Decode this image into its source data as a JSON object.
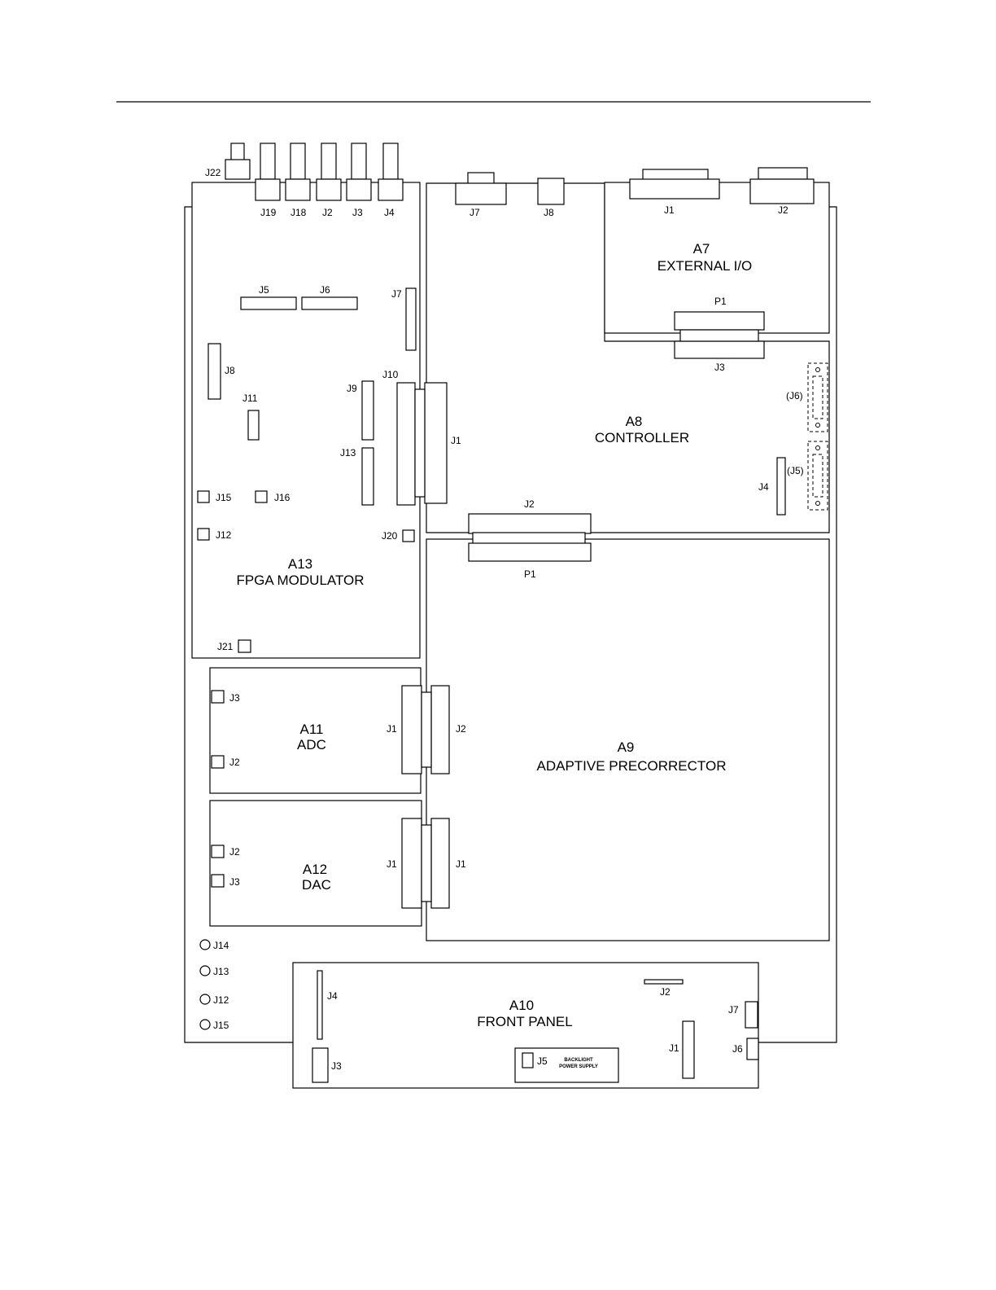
{
  "boards": {
    "a7": {
      "id": "A7",
      "name": "EXTERNAL I/O"
    },
    "a8": {
      "id": "A8",
      "name": "CONTROLLER"
    },
    "a9": {
      "id": "A9",
      "name": "ADAPTIVE PRECORRECTOR"
    },
    "a10": {
      "id": "A10",
      "name": "FRONT PANEL"
    },
    "a11": {
      "id": "A11",
      "name": "ADC"
    },
    "a12": {
      "id": "A12",
      "name": "DAC"
    },
    "a13": {
      "id": "A13",
      "name": "FPGA MODULATOR"
    }
  },
  "a13": {
    "j22": "J22",
    "j19": "J19",
    "j18": "J18",
    "j2": "J2",
    "j3": "J3",
    "j4": "J4",
    "j5": "J5",
    "j6": "J6",
    "j7": "J7",
    "j8": "J8",
    "j9": "J9",
    "j10": "J10",
    "j11": "J11",
    "j12": "J12",
    "j13": "J13",
    "j15": "J15",
    "j16": "J16",
    "j20": "J20",
    "j21": "J21"
  },
  "a8": {
    "j7": "J7",
    "j8": "J8",
    "j1": "J1",
    "j2": "J2",
    "j3": "J3",
    "j4": "J4",
    "j5": "(J5)",
    "j6": "(J6)"
  },
  "a7": {
    "j1": "J1",
    "j2": "J2",
    "p1": "P1"
  },
  "a9": {
    "p1": "P1",
    "j1": "J1",
    "j2": "J2"
  },
  "a11": {
    "j1": "J1",
    "j2": "J2",
    "j3": "J3"
  },
  "a12": {
    "j1": "J1",
    "j2": "J2",
    "j3": "J3"
  },
  "chassis": {
    "j14": "J14",
    "j13": "J13",
    "j12": "J12",
    "j15": "J15"
  },
  "a10": {
    "j1": "J1",
    "j2": "J2",
    "j3": "J3",
    "j4": "J4",
    "j5": "J5",
    "j6": "J6",
    "j7": "J7",
    "backlight": "BACKLIGHT",
    "power_supply": "POWER SUPPLY"
  }
}
